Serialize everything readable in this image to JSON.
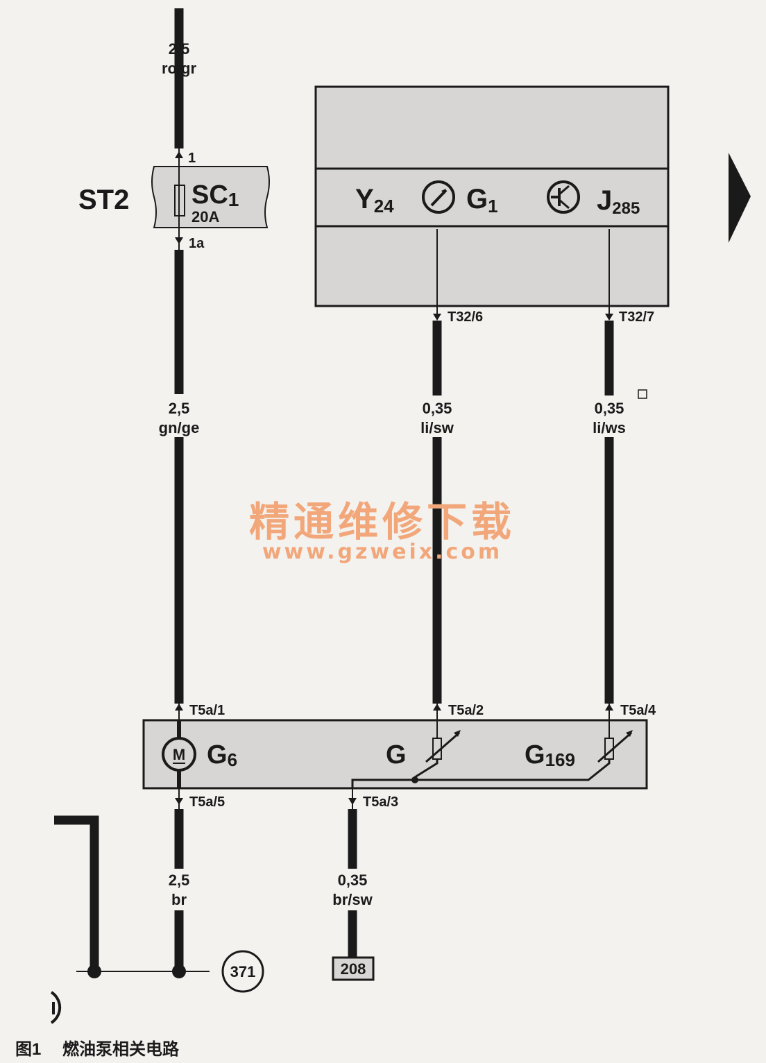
{
  "colors": {
    "background": "#f4f2ef",
    "wire": "#1a1a1a",
    "module_fill": "#d8d6d4",
    "watermark": "#f2a77a"
  },
  "fuse": {
    "block": "ST2",
    "name": "SC",
    "index": "1",
    "rating": "20A",
    "pin_in": "1",
    "pin_out": "1a"
  },
  "wires": {
    "feed": {
      "gauge": "2,5",
      "color": "ro/gr"
    },
    "pump_feed": {
      "gauge": "2,5",
      "color": "gn/ge"
    },
    "sender_g": {
      "gauge": "0,35",
      "color": "li/sw"
    },
    "sender_g169": {
      "gauge": "0,35",
      "color": "li/ws"
    },
    "ground": {
      "gauge": "2,5",
      "color": "br"
    },
    "sensor_ground": {
      "gauge": "0,35",
      "color": "br/sw"
    }
  },
  "cluster": {
    "y_main": "Y",
    "y_sub": "24",
    "g_main": "G",
    "g_sub": "1",
    "j_main": "J",
    "j_sub": "285",
    "gauge_icon": "gauge-icon",
    "transistor_icon": "transistor-icon",
    "pin_g": "T32/6",
    "pin_j": "T32/7"
  },
  "pump_unit": {
    "motor_label": "M",
    "g6_main": "G",
    "g6_sub": "6",
    "g_label": "G",
    "g169_main": "G",
    "g169_sub": "169",
    "pin1": "T5a/1",
    "pin2": "T5a/2",
    "pin3": "T5a/3",
    "pin4": "T5a/4",
    "pin5": "T5a/5"
  },
  "references": {
    "ground_point": "371",
    "ref_box": "208"
  },
  "watermark": {
    "line1": "精通维修下载",
    "line2": "www.gzweix.com"
  },
  "caption": {
    "figure": "图1",
    "title": "燃油泵相关电路"
  }
}
